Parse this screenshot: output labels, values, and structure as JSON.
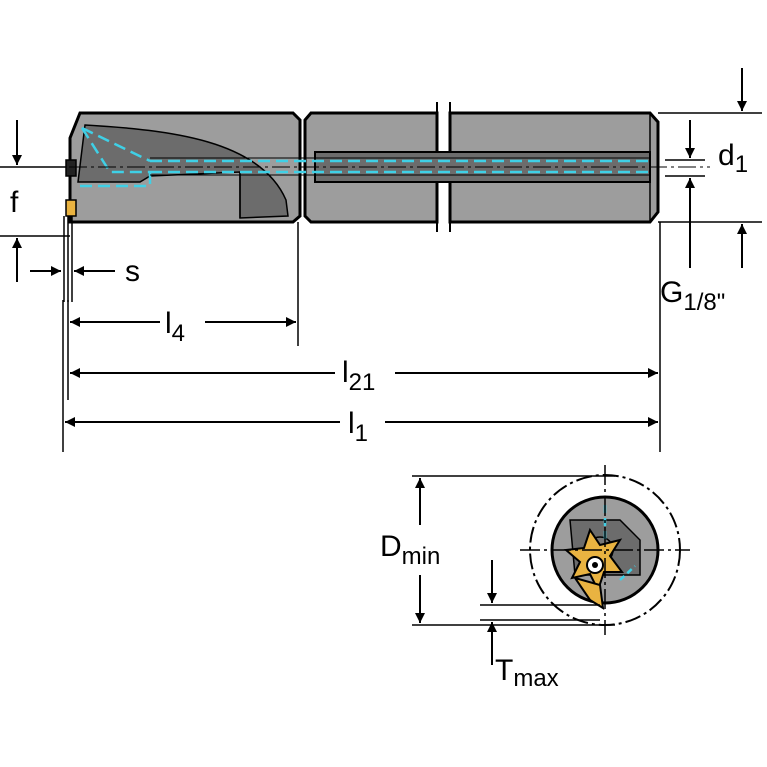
{
  "labels": {
    "d1": "d",
    "d1_sub": "1",
    "f": "f",
    "s": "s",
    "l4": "l",
    "l4_sub": "4",
    "l21": "l",
    "l21_sub": "21",
    "l1": "l",
    "l1_sub": "1",
    "g": "G",
    "g_sub": "1/8\"",
    "dmin": "D",
    "dmin_sub": "min",
    "tmax": "T",
    "tmax_sub": "max"
  },
  "colors": {
    "body": "#9d9d9d",
    "body_dark": "#6c6c6c",
    "outline": "#000000",
    "coolant": "#3fd0e6",
    "insert": "#e9b341",
    "bore": "#3a3a3a"
  }
}
